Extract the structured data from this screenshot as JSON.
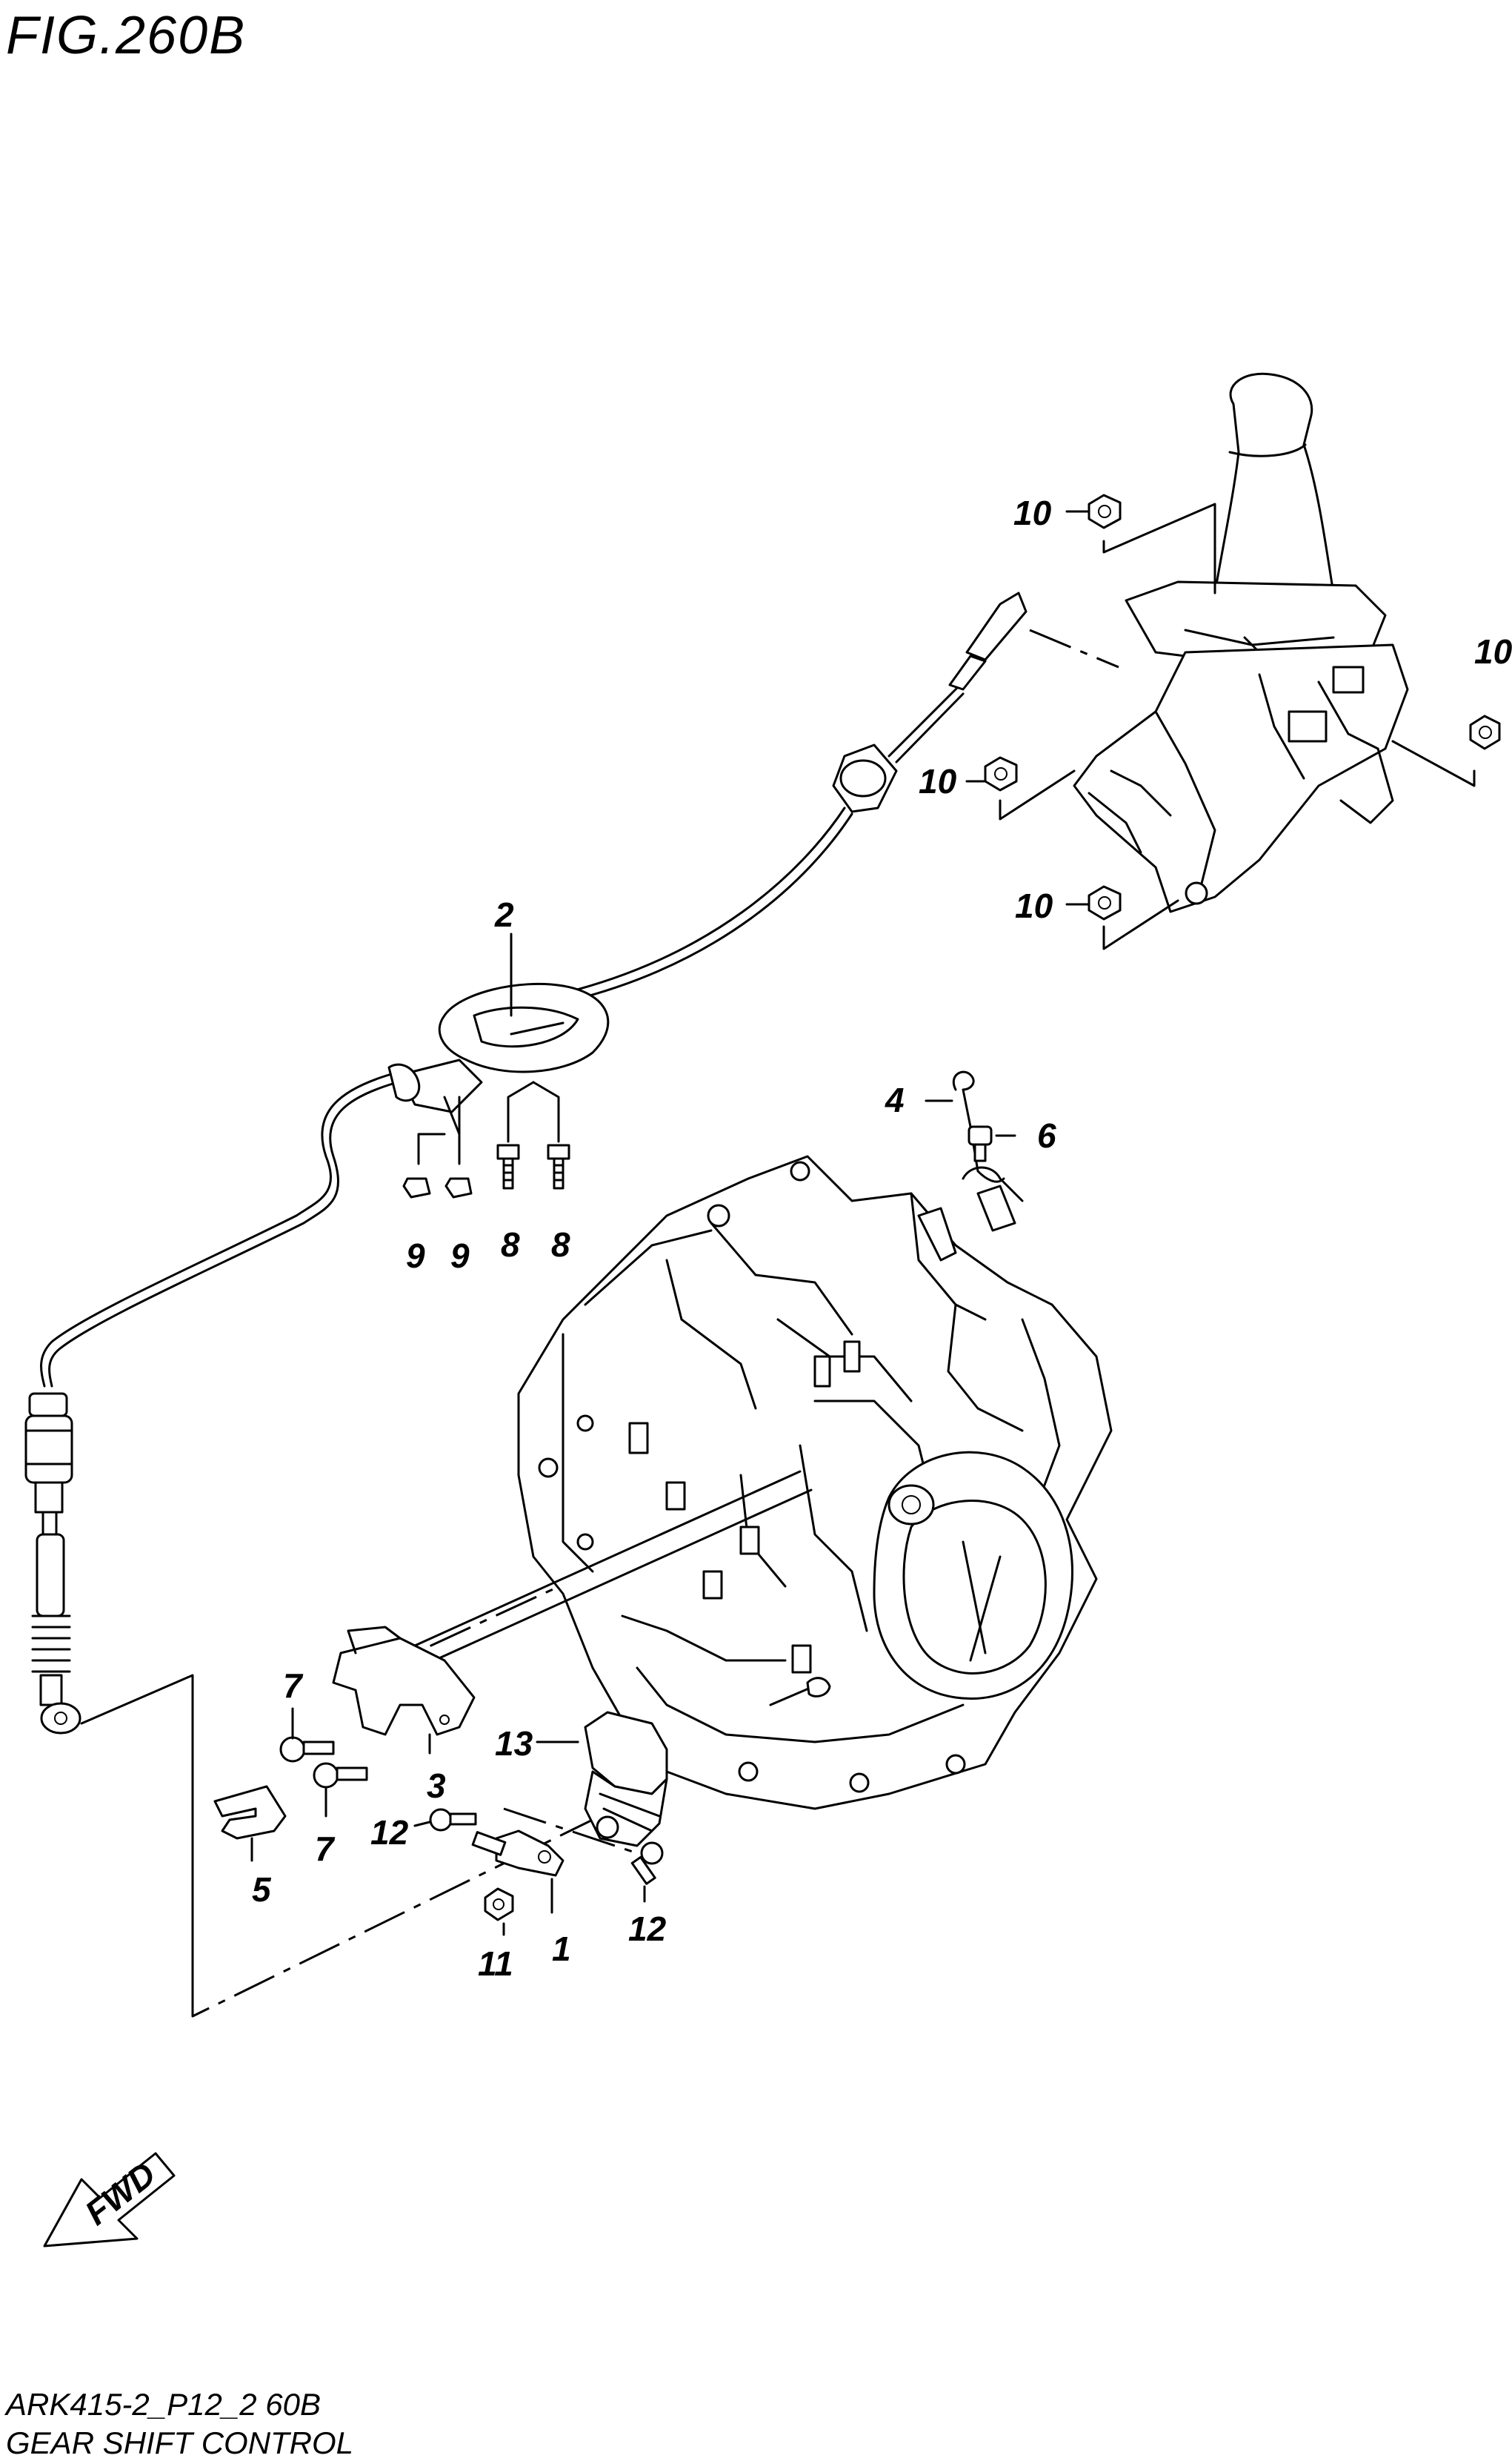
{
  "figure": {
    "title": "FIG.260B",
    "code": "ARK415-2_P12_2 60B",
    "name": "GEAR SHIFT CONTROL",
    "fwd_label": "FWD"
  },
  "callouts": {
    "c10a": "10",
    "c10b": "10",
    "c10c": "10",
    "c10d": "10",
    "c2": "2",
    "c4": "4",
    "c6": "6",
    "c9a": "9",
    "c9b": "9",
    "c8a": "8",
    "c8b": "8",
    "c7a": "7",
    "c7b": "7",
    "c3": "3",
    "c13": "13",
    "c12a": "12",
    "c12b": "12",
    "c5": "5",
    "c1": "1",
    "c11": "11"
  }
}
